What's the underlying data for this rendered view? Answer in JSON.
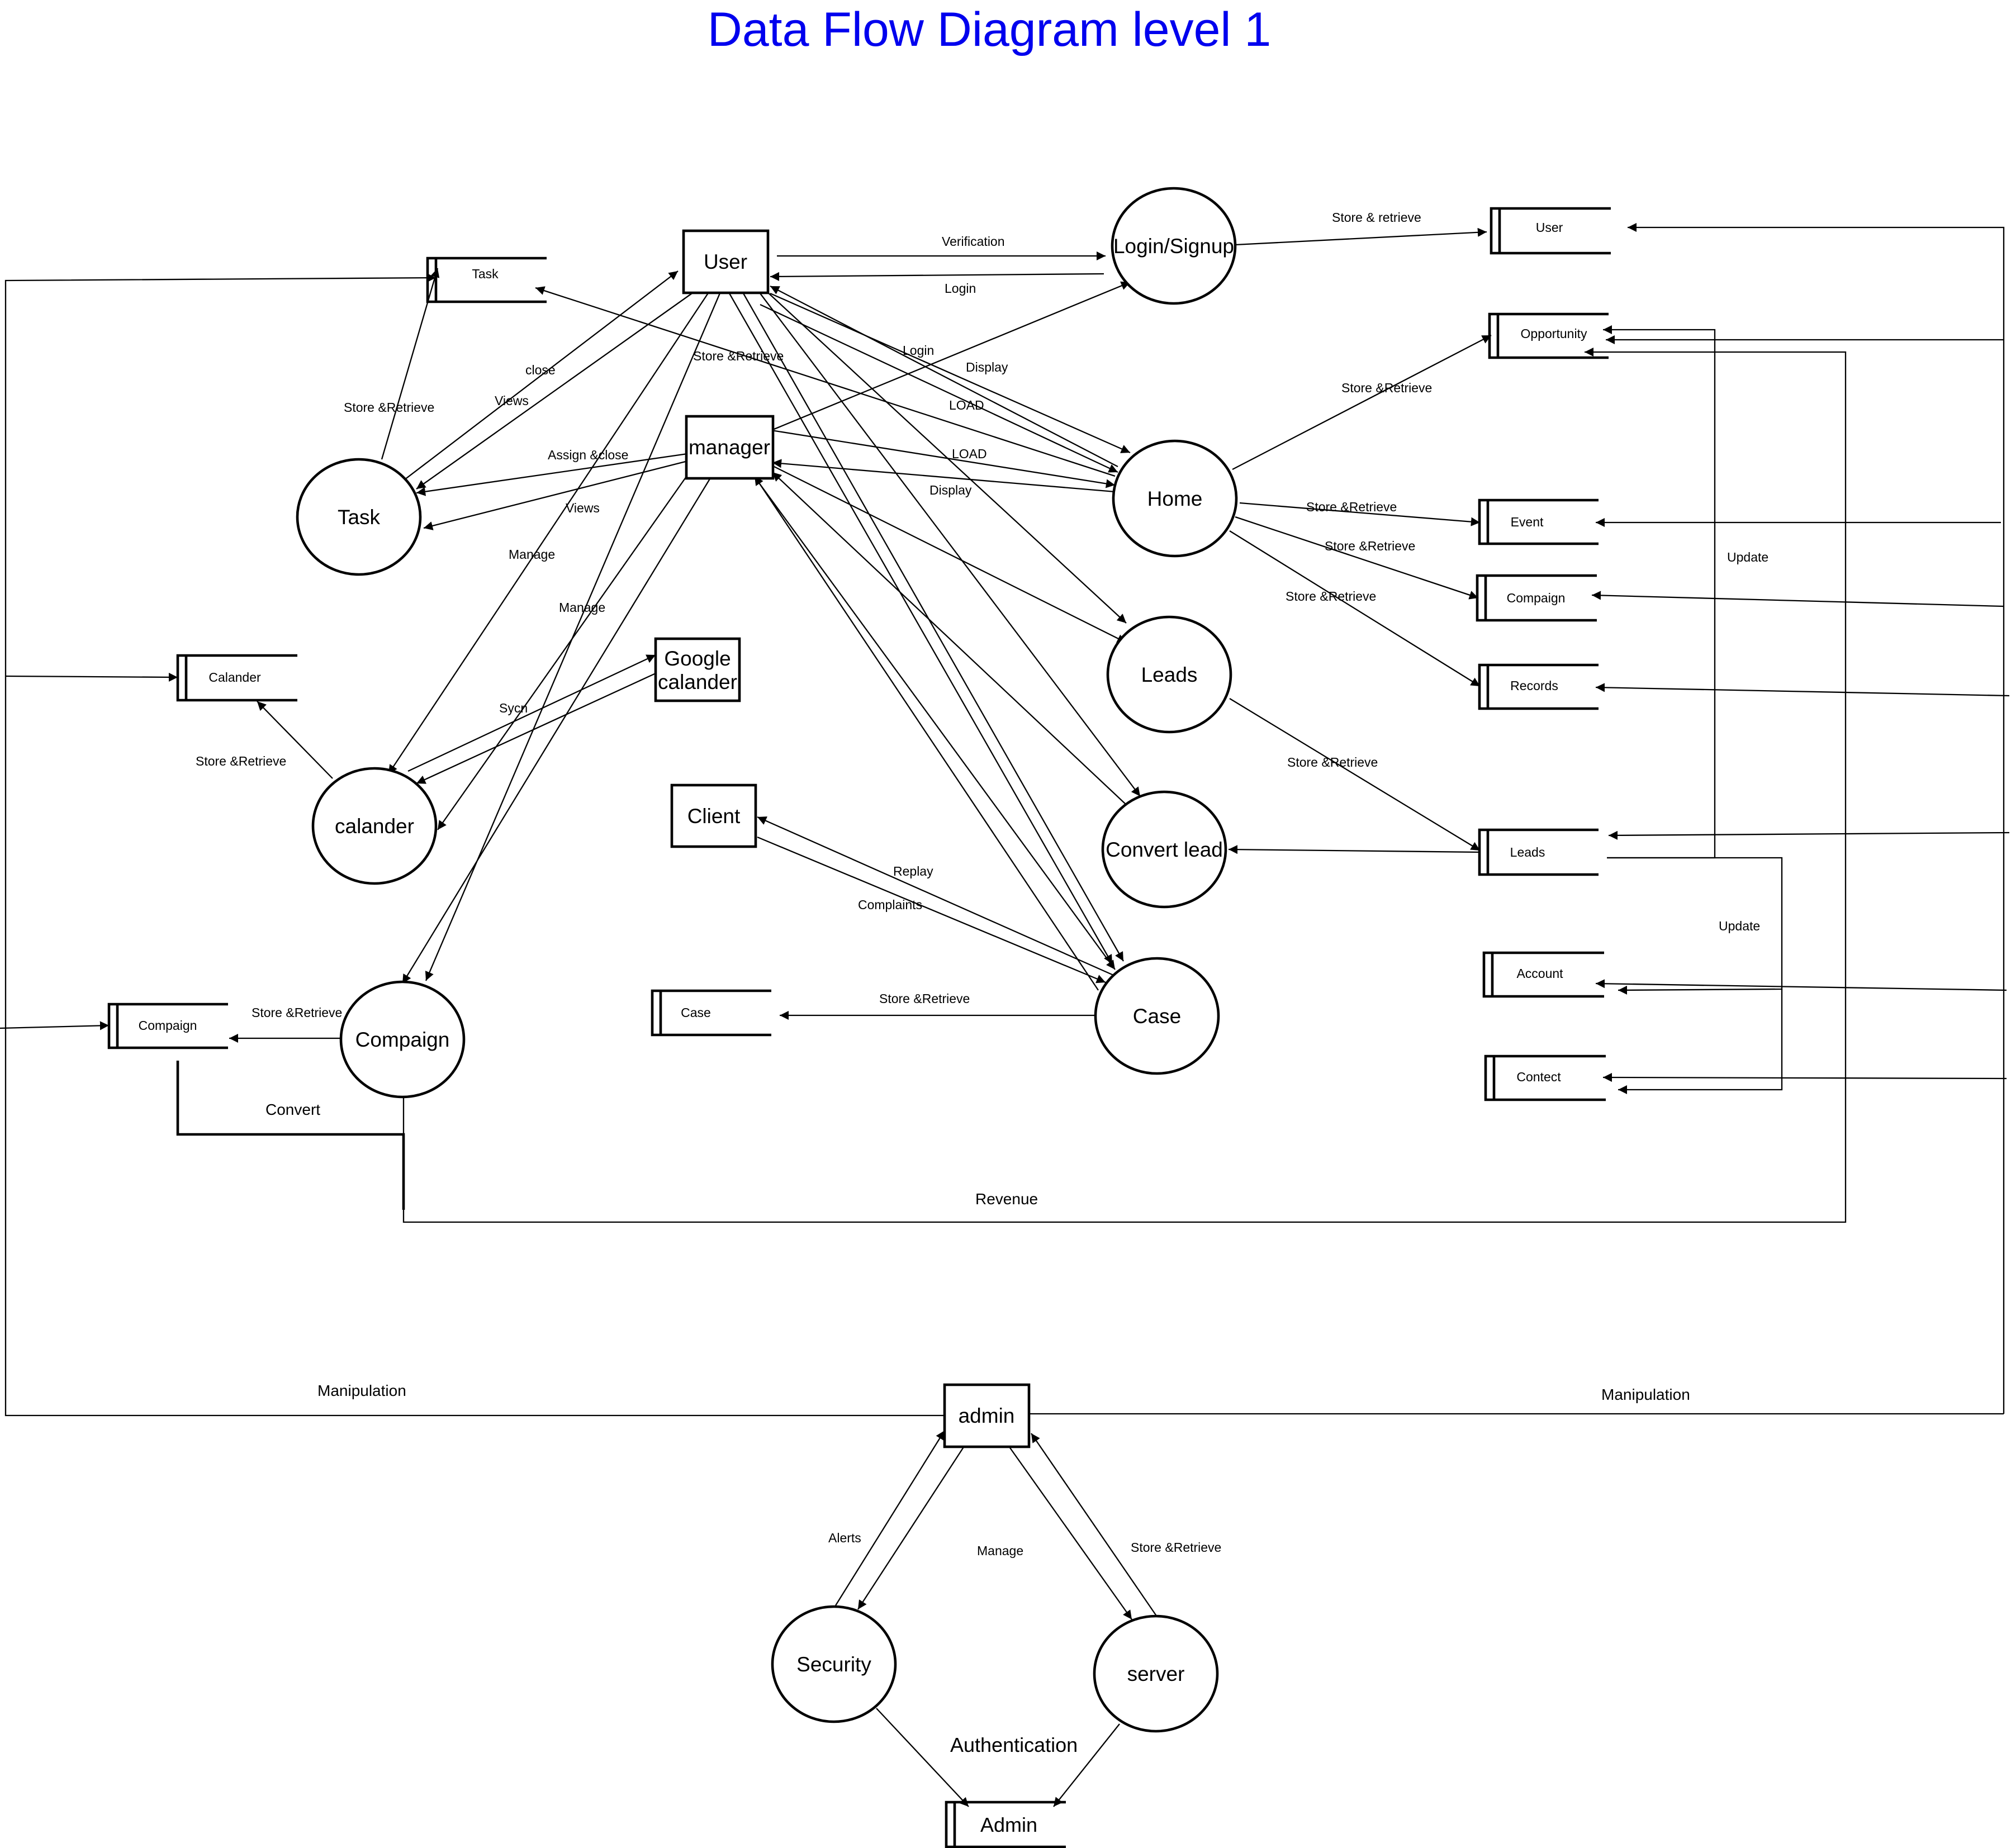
{
  "title": "Data Flow Diagram level 1",
  "entities": {
    "user": "User",
    "manager": "manager",
    "google": [
      "Google",
      "calander"
    ],
    "client": "Client",
    "admin": "admin"
  },
  "processes": {
    "login": "Login/Signup",
    "home": "Home",
    "task": "Task",
    "calander": "calander",
    "compaign": "Compaign",
    "leads": "Leads",
    "convert_lead": "Convert lead",
    "case": "Case",
    "security": "Security",
    "server": "server"
  },
  "stores": {
    "task": "Task",
    "calander": "Calander",
    "compaign_left": "Compaign",
    "case": "Case",
    "user": "User",
    "opportunity": "Opportunity",
    "event": "Event",
    "compaign_right": "Compaign",
    "records": "Records",
    "leads": "Leads",
    "account": "Account",
    "contect": "Contect",
    "admin": "Admin"
  },
  "flows": {
    "verification": "Verification",
    "login": "Login",
    "store_retrieve_user": "Store & retrieve",
    "login2": "Login",
    "display1": "Display",
    "load1": "LOAD",
    "load2": "LOAD",
    "display2": "Display",
    "store_retrieve_top": "Store &Retrieve",
    "close": "close",
    "views1": "Views",
    "assign_close": "Assign &close",
    "views2": "Views",
    "manage1": "Manage",
    "manage2": "Manage",
    "store_retrieve_task": "Store &Retrieve",
    "sycn": "Sycn",
    "store_retrieve_cal": "Store &Retrieve",
    "store_retrieve_comp": "Store &Retrieve",
    "convert": "Convert",
    "revenue": "Revenue",
    "store_retrieve_opp": "Store &Retrieve",
    "store_retrieve_event": "Store &Retrieve",
    "store_retrieve_comp2": "Store &Retrieve",
    "store_retrieve_records": "Store &Retrieve",
    "store_retrieve_leads": "Store &Retrieve",
    "update1": "Update",
    "update2": "Update",
    "replay": "Replay",
    "complaints": "Complaints",
    "store_retrieve_case": "Store &Retrieve",
    "manipulation_left": "Manipulation",
    "manipulation_right": "Manipulation",
    "alerts": "Alerts",
    "manage3": "Manage",
    "store_retrieve_server": "Store &Retrieve",
    "authentication": "Authentication"
  }
}
